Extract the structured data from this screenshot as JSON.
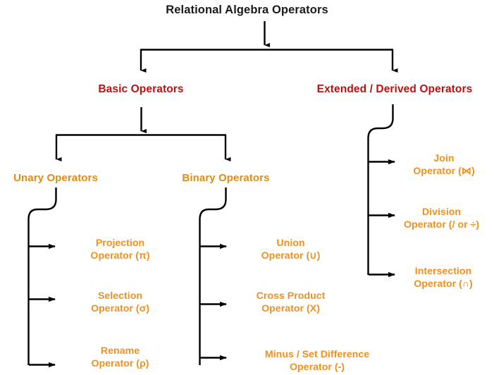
{
  "diagram": {
    "type": "hierarchy-tree",
    "title": "Relational Algebra Operators",
    "colors": {
      "root_text": "#1a1a1a",
      "level2_text": "#bb1111",
      "level3_text": "#e08c12",
      "leaf_text": "#ed9121",
      "connector": "#000000",
      "background": "#ffffff"
    },
    "root": {
      "label": "Relational Algebra Operators"
    },
    "level2": [
      {
        "label": "Basic Operators"
      },
      {
        "label": "Extended / Derived Operators"
      }
    ],
    "level3": [
      {
        "label": "Unary Operators"
      },
      {
        "label": "Binary Operators"
      }
    ],
    "unary_leaves": [
      {
        "line1": "Projection",
        "line2": "Operator (π)"
      },
      {
        "line1": "Selection",
        "line2": "Operator (σ)"
      },
      {
        "line1": "Rename",
        "line2": "Operator (ρ)"
      }
    ],
    "binary_leaves": [
      {
        "line1": "Union",
        "line2": "Operator (∪)"
      },
      {
        "line1": "Cross Product",
        "line2": "Operator (X)"
      },
      {
        "line1": "Minus / Set Difference",
        "line2": "Operator (-)"
      }
    ],
    "extended_leaves": [
      {
        "line1": "Join",
        "line2": "Operator (⋈)"
      },
      {
        "line1": "Division",
        "line2": "Operator (/ or ÷)"
      },
      {
        "line1": "Intersection",
        "line2": "Operator (∩)"
      }
    ]
  }
}
